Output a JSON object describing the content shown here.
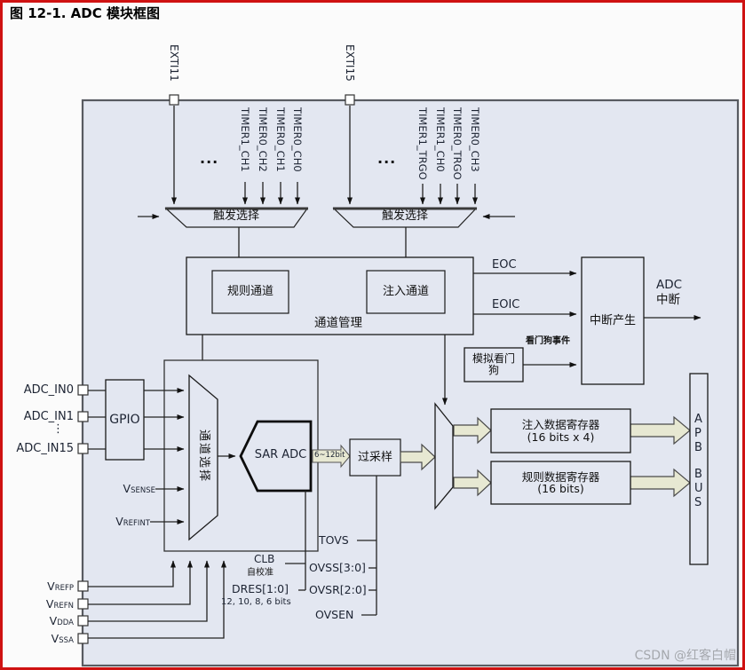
{
  "title": "图 12-1. ADC 模块框图",
  "watermark": "CSDN @红客白帽",
  "top": {
    "exti_left": "EXTI11",
    "exti_right": "EXTI15",
    "dots_left": "...",
    "dots_right": "...",
    "timers_left": [
      "TIMER1_CH1",
      "TIMER0_CH2",
      "TIMER0_CH1",
      "TIMER0_CH0"
    ],
    "timers_right": [
      "TIMER1_TRGO",
      "TIMER1_CH0",
      "TIMER0_TRGO",
      "TIMER0_CH3"
    ],
    "trigger_select_left": "触发选择",
    "trigger_select_right": "触发选择"
  },
  "channel_mgmt": {
    "title": "通道管理",
    "regular": "规则通道",
    "injected": "注入通道"
  },
  "interrupt": {
    "eoc": "EOC",
    "eoic": "EOIC",
    "box": "中断产生",
    "adc_line1": "ADC",
    "adc_line2": "中断",
    "wdg_line1": "模拟看门",
    "wdg_line2": "狗",
    "wdg_event": "看门狗事件"
  },
  "left": {
    "adc_in0": "ADC_IN0",
    "adc_in1": "ADC_IN1",
    "adc_in15": "ADC_IN15",
    "vdots": "⋮",
    "gpio": "GPIO",
    "vsense": {
      "v": "V",
      "sub": "SENSE"
    },
    "vrefint": {
      "v": "V",
      "sub": "REFINT"
    },
    "vrefp": {
      "v": "V",
      "sub": "REFP"
    },
    "vrefn": {
      "v": "V",
      "sub": "REFN"
    },
    "vdda": {
      "v": "V",
      "sub": "DDA"
    },
    "vssa": {
      "v": "V",
      "sub": "SSA"
    }
  },
  "core": {
    "channel_select": "通道选择",
    "sar_adc": "SAR ADC",
    "bits": "6~12bit",
    "oversample": "过采样",
    "clb": "CLB",
    "clb_sub": "自校准",
    "dres": "DRES[1:0]",
    "dres_sub": "12, 10, 8, 6 bits",
    "tovs": "TOVS",
    "ovss": "OVSS[3:0]",
    "ovsr": "OVSR[2:0]",
    "ovsen": "OVSEN"
  },
  "registers": {
    "injected_line1": "注入数据寄存器",
    "injected_line2": "(16 bits x 4)",
    "regular_line1": "规则数据寄存器",
    "regular_line2": "(16 bits)",
    "apb": [
      "A",
      "P",
      "B",
      "B",
      "U",
      "S"
    ]
  },
  "colors": {
    "frame_border": "#cf1212",
    "diagram_fill": "#e3e7f1",
    "block_arrow_fill": "#e7e8d2",
    "line": "#222222",
    "watermark": "#a5a8ad"
  }
}
